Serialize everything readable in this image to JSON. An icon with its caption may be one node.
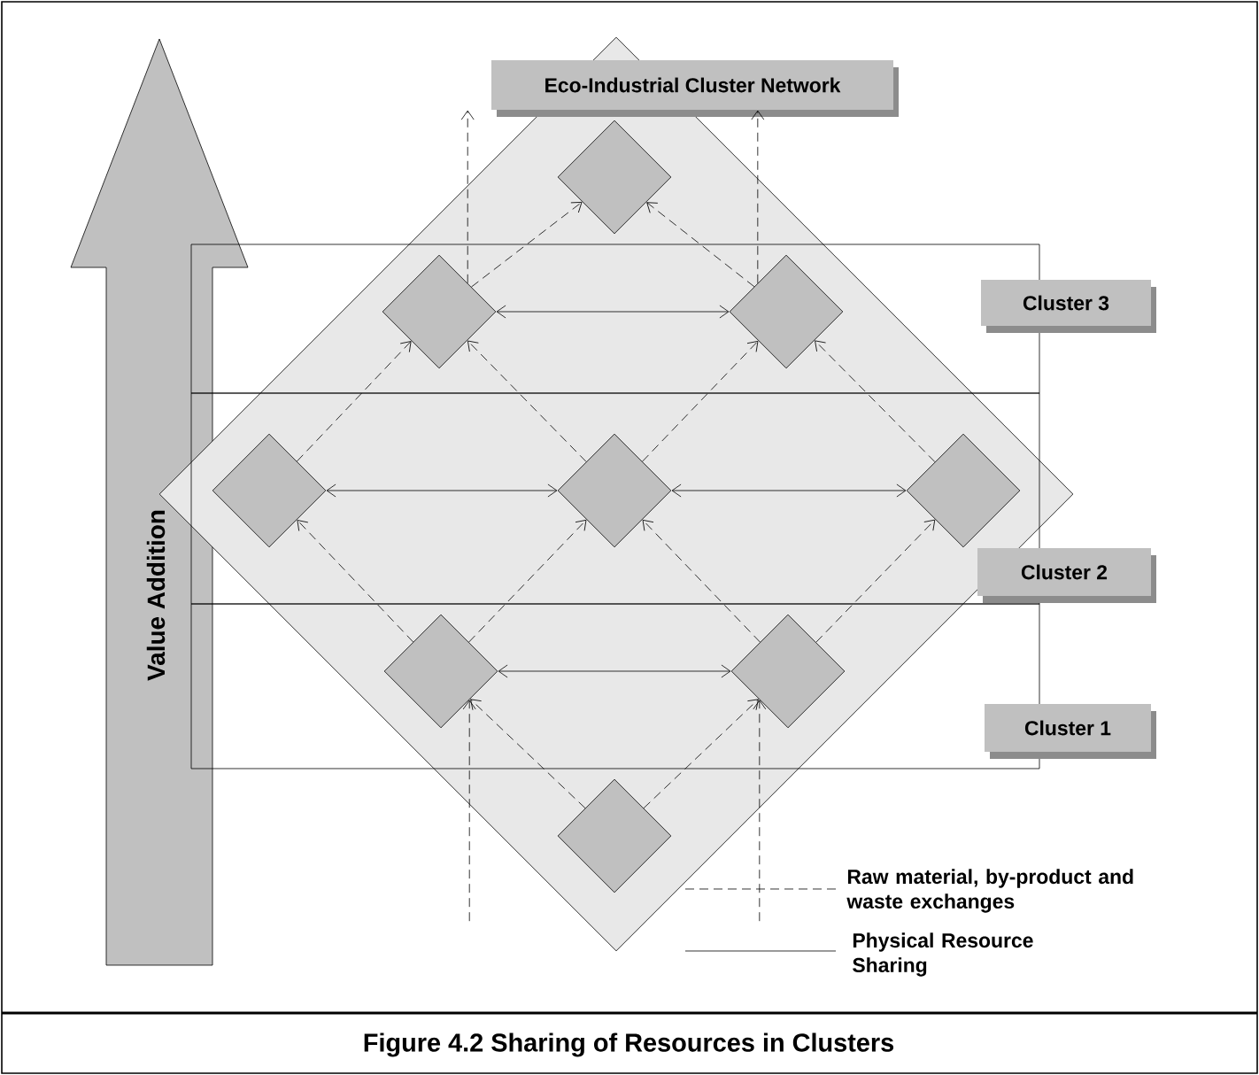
{
  "diagram": {
    "caption": "Figure 4.2 Sharing of Resources in Clusters",
    "nodes": [
      {
        "text": [
          "Value Addition"
        ]
      },
      {
        "text": [],
        "shape": "diamond"
      },
      {
        "text": [],
        "shape": "diamond",
        "in": 1
      },
      {
        "text": [],
        "shape": "diamond",
        "in": 1
      },
      {
        "text": [],
        "shape": "diamond",
        "in": 1
      },
      {
        "text": [],
        "shape": "diamond",
        "in": 1
      },
      {
        "text": [],
        "shape": "diamond",
        "in": 1
      },
      {
        "text": [],
        "shape": "diamond",
        "in": 1
      },
      {
        "text": [],
        "shape": "diamond",
        "in": 1
      },
      {
        "text": [],
        "shape": "diamond",
        "in": 1
      },
      {
        "text": [],
        "shape": "diamond",
        "in": 1
      },
      {
        "text": [
          "Eco-Industrial Cluster Network"
        ]
      },
      {
        "text": [
          "Cluster 3"
        ]
      },
      {
        "text": [
          "Cluster 2"
        ]
      },
      {
        "text": [
          "Cluster 1"
        ]
      }
    ],
    "edges": [
      {
        "from": 3,
        "to": 4,
        "arrow": "both"
      },
      {
        "from": 5,
        "to": 6,
        "arrow": "both"
      },
      {
        "from": 6,
        "to": 7,
        "arrow": "both"
      },
      {
        "from": 8,
        "to": 9,
        "arrow": "both"
      },
      {
        "from": 10,
        "to": 8,
        "arrow": "to",
        "style": "dashed"
      },
      {
        "from": 10,
        "to": 9,
        "arrow": "to",
        "style": "dashed"
      },
      {
        "from": 8,
        "to": 5,
        "arrow": "to",
        "style": "dashed"
      },
      {
        "from": 8,
        "to": 6,
        "arrow": "to",
        "style": "dashed"
      },
      {
        "from": 9,
        "to": 6,
        "arrow": "to",
        "style": "dashed"
      },
      {
        "from": 9,
        "to": 7,
        "arrow": "to",
        "style": "dashed"
      },
      {
        "from": 5,
        "to": 3,
        "arrow": "to",
        "style": "dashed"
      },
      {
        "from": 6,
        "to": 3,
        "arrow": "to",
        "style": "dashed"
      },
      {
        "from": 6,
        "to": 4,
        "arrow": "to",
        "style": "dashed"
      },
      {
        "from": 7,
        "to": 4,
        "arrow": "to",
        "style": "dashed"
      },
      {
        "from": 3,
        "to": 2,
        "arrow": "to",
        "style": "dashed"
      },
      {
        "from": 4,
        "to": 2,
        "arrow": "to",
        "style": "dashed"
      },
      {
        "from": null,
        "to": 8,
        "arrow": "to",
        "style": "dashed"
      },
      {
        "from": null,
        "to": 9,
        "arrow": "to",
        "style": "dashed"
      },
      {
        "from": 3,
        "to": 11,
        "arrow": "to",
        "style": "dashed"
      },
      {
        "from": 4,
        "to": 11,
        "arrow": "to",
        "style": "dashed"
      }
    ],
    "legend": [
      {
        "text": "Raw material, by-product and waste exchanges"
      },
      {
        "text": "Physical Resource Sharing"
      }
    ]
  }
}
